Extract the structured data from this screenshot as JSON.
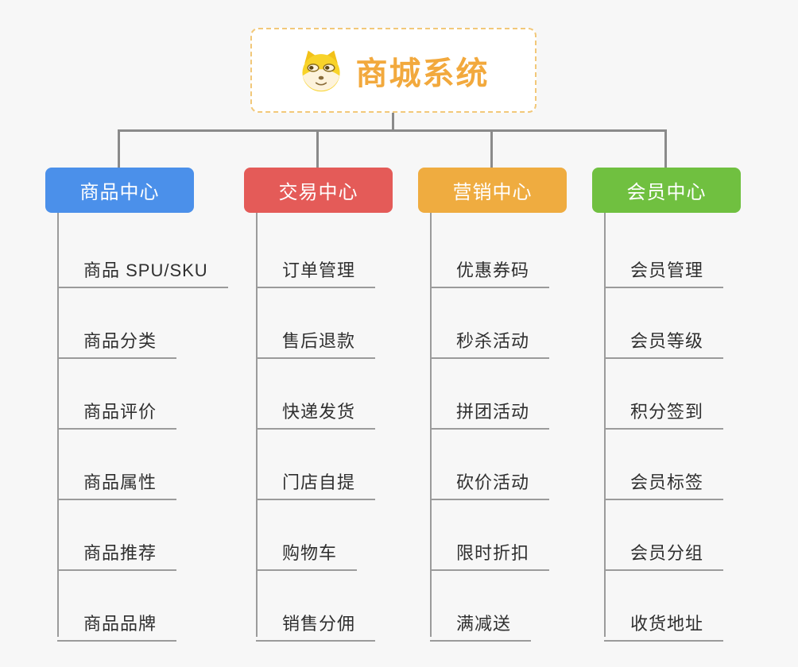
{
  "root": {
    "title": "商城系统",
    "icon": "doge-icon"
  },
  "branches": [
    {
      "label": "商品中心",
      "color": "#4b90ea",
      "children": [
        "商品 SPU/SKU",
        "商品分类",
        "商品评价",
        "商品属性",
        "商品推荐",
        "商品品牌"
      ]
    },
    {
      "label": "交易中心",
      "color": "#e45b58",
      "children": [
        "订单管理",
        "售后退款",
        "快递发货",
        "门店自提",
        "购物车",
        "销售分佣"
      ]
    },
    {
      "label": "营销中心",
      "color": "#efac40",
      "children": [
        "优惠券码",
        "秒杀活动",
        "拼团活动",
        "砍价活动",
        "限时折扣",
        "满减送"
      ]
    },
    {
      "label": "会员中心",
      "color": "#70c040",
      "children": [
        "会员管理",
        "会员等级",
        "积分签到",
        "会员标签",
        "会员分组",
        "收货地址"
      ]
    }
  ],
  "colors": {
    "background": "#f7f7f7",
    "root_text": "#f2a93d",
    "root_border": "#f2c879",
    "connector": "#8a8a8a",
    "leaf_line": "#9b9b9b",
    "leaf_text": "#2f2f2f"
  }
}
